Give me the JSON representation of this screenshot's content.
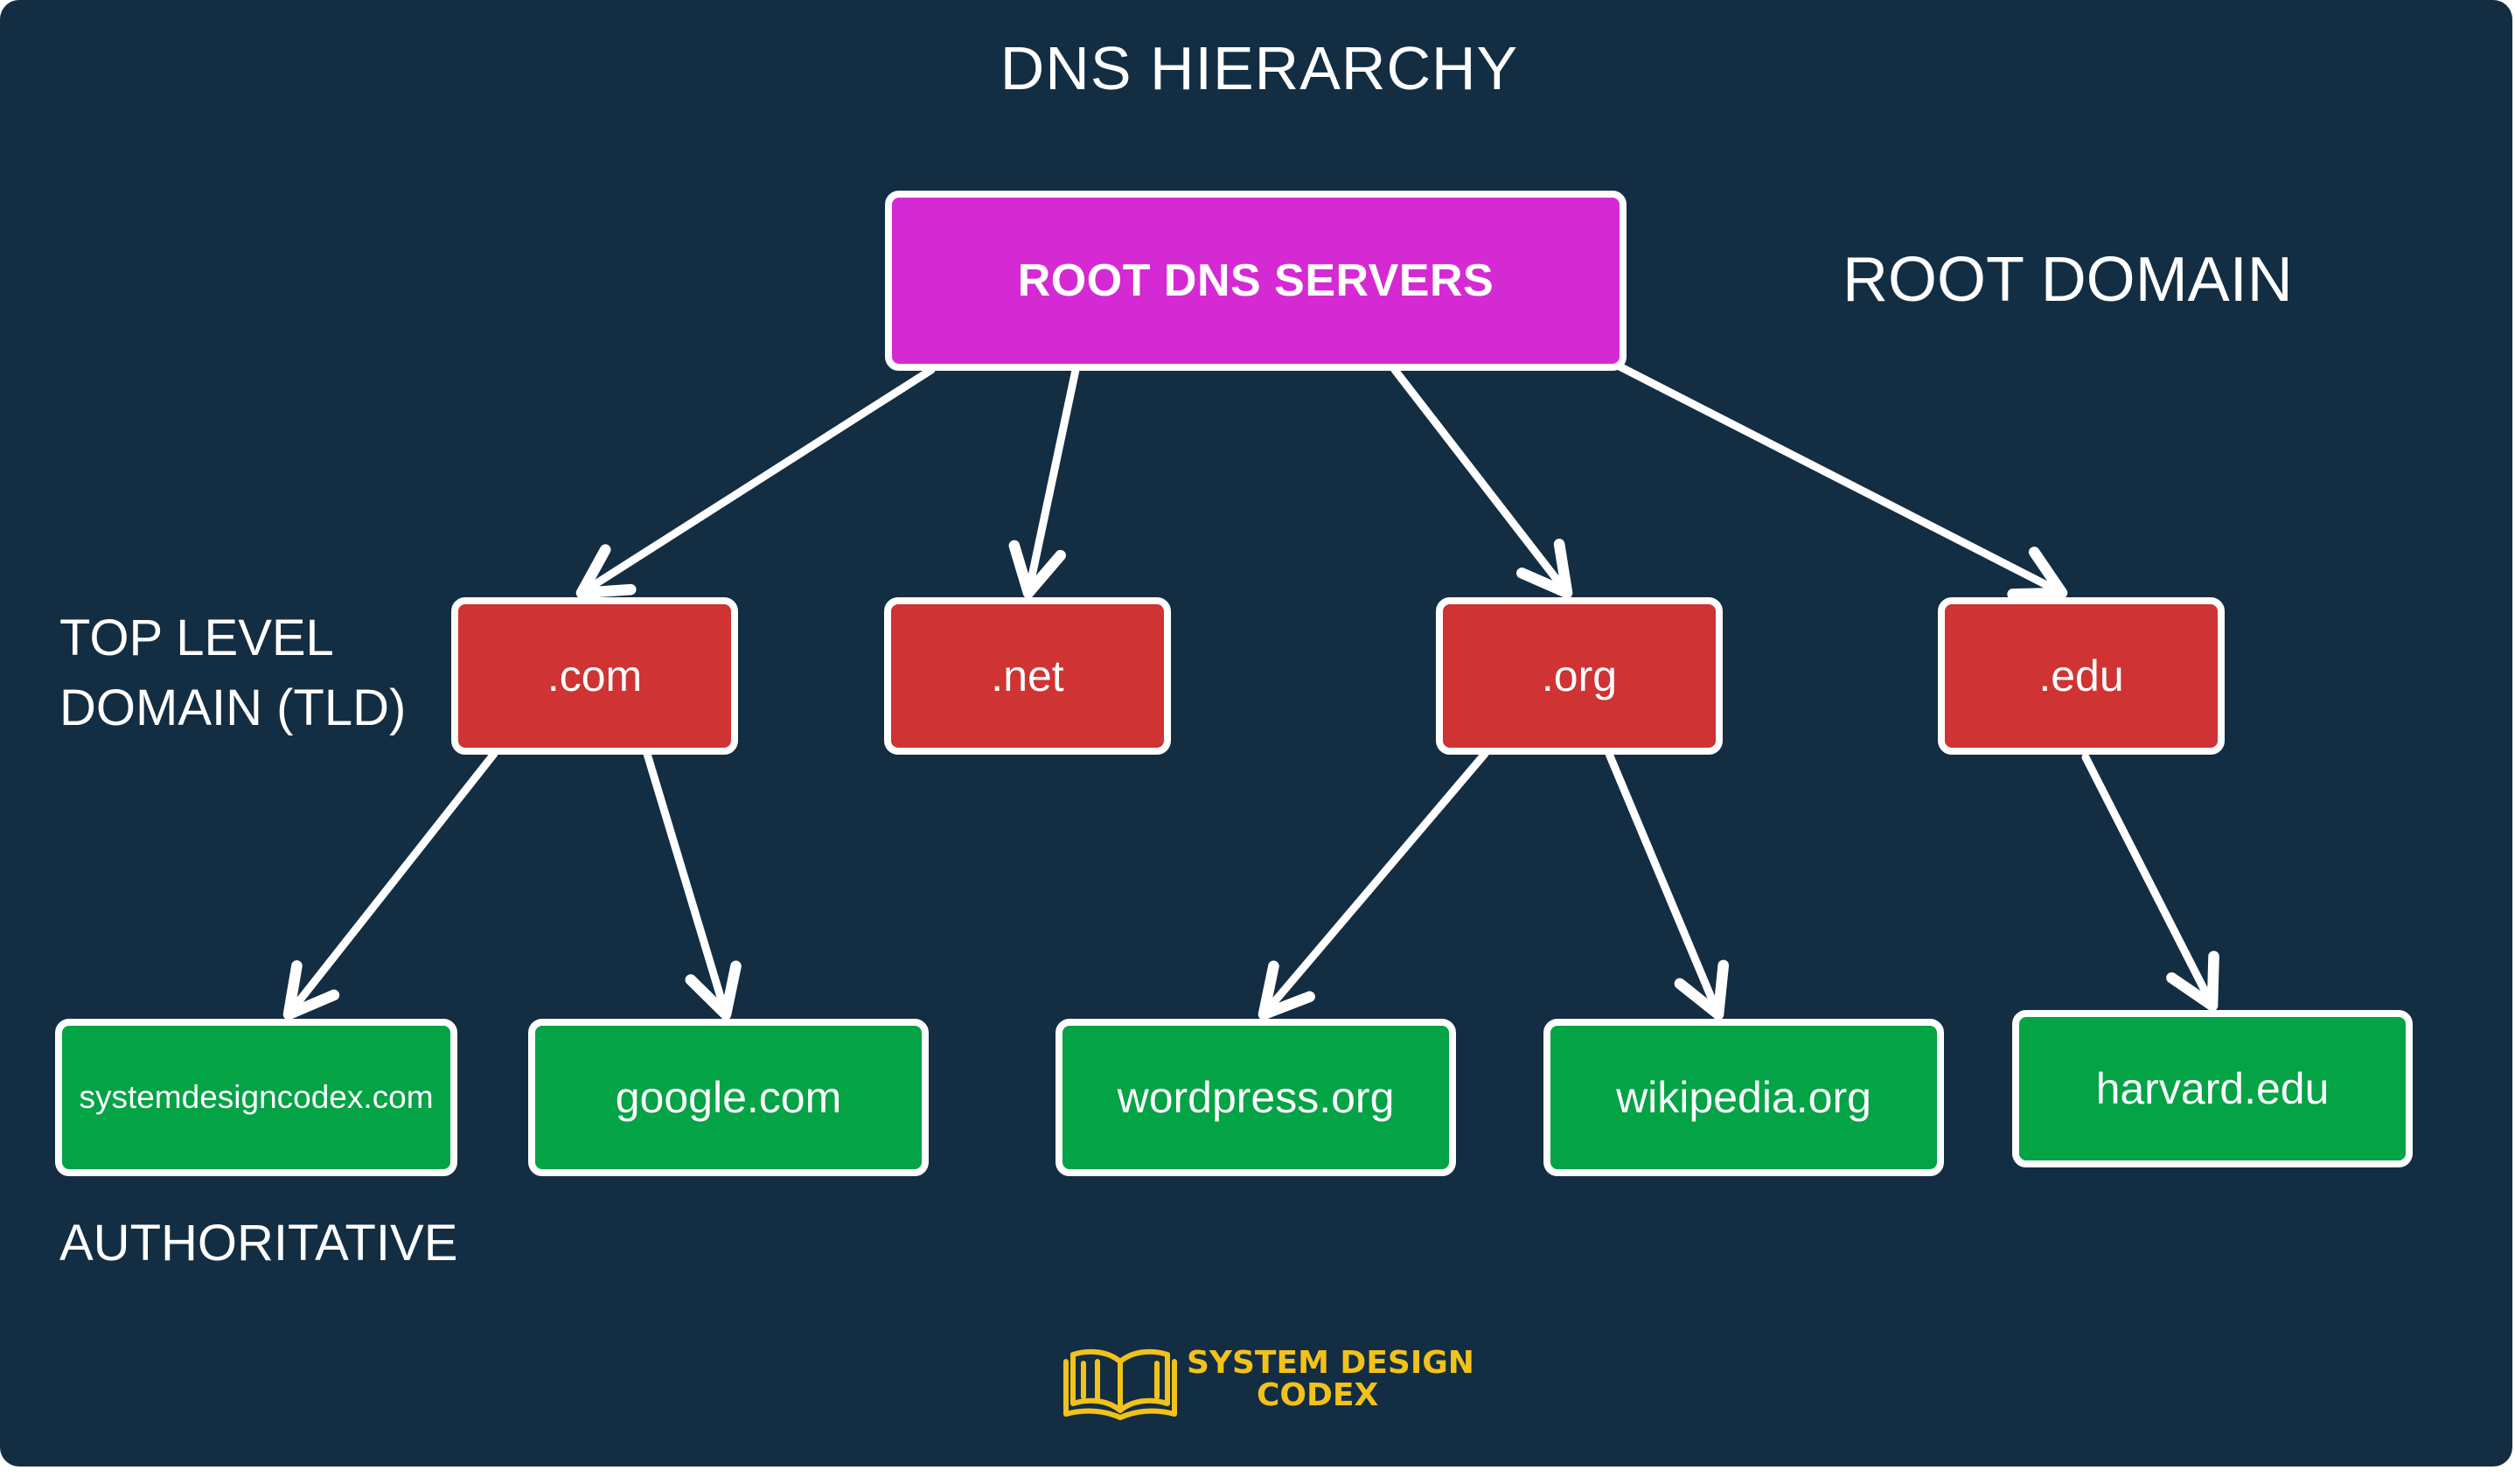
{
  "title": "DNS HIERARCHY",
  "labels": {
    "root_domain": "ROOT DOMAIN",
    "tld_line1": "TOP LEVEL",
    "tld_line2": "DOMAIN (TLD)",
    "authoritative": "AUTHORITATIVE"
  },
  "root": {
    "label": "ROOT DNS SERVERS"
  },
  "tlds": [
    {
      "label": ".com"
    },
    {
      "label": ".net"
    },
    {
      "label": ".org"
    },
    {
      "label": ".edu"
    }
  ],
  "authoritative": [
    {
      "label": "systemdesigncodex.com",
      "parent": ".com"
    },
    {
      "label": "google.com",
      "parent": ".com"
    },
    {
      "label": "wordpress.org",
      "parent": ".org"
    },
    {
      "label": "wikipedia.org",
      "parent": ".org"
    },
    {
      "label": "harvard.edu",
      "parent": ".edu"
    }
  ],
  "logo": {
    "line1": "SYSTEM DESIGN",
    "line2": "CODEX"
  },
  "colors": {
    "background": "#132d43",
    "root_fill": "#d52ad3",
    "tld_fill": "#cf3333",
    "authoritative_fill": "#03a346",
    "border": "#ffffff",
    "logo": "#f2c21a"
  }
}
